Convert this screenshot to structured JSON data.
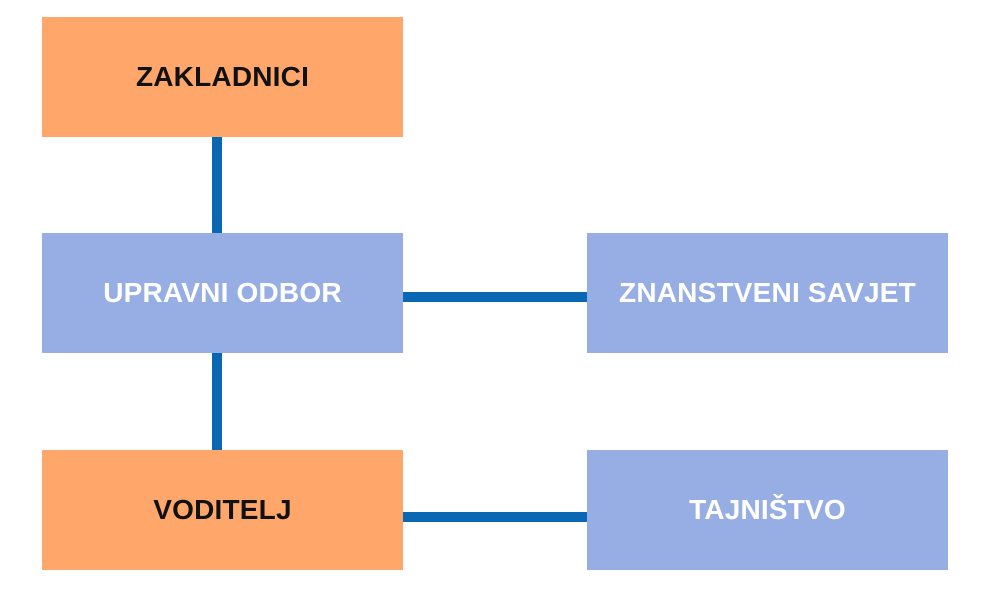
{
  "colors": {
    "orange_node": "#FFA76B",
    "blue_node": "#97AEE5",
    "connector": "#0A67B3",
    "orange_text": "#111111",
    "blue_text": "#FFFFFF"
  },
  "nodes": {
    "zakladnici": {
      "label": "ZAKLADNICI"
    },
    "upravni_odbor": {
      "label": "UPRAVNI ODBOR"
    },
    "znanstveni_savjet": {
      "label": "ZNANSTVENI SAVJET"
    },
    "voditelj": {
      "label": "VODITELJ"
    },
    "tajnistvo": {
      "label": "TAJNIŠTVO"
    }
  },
  "edges": [
    {
      "from": "zakladnici",
      "to": "upravni_odbor"
    },
    {
      "from": "upravni_odbor",
      "to": "znanstveni_savjet"
    },
    {
      "from": "upravni_odbor",
      "to": "voditelj"
    },
    {
      "from": "voditelj",
      "to": "tajnistvo"
    }
  ]
}
